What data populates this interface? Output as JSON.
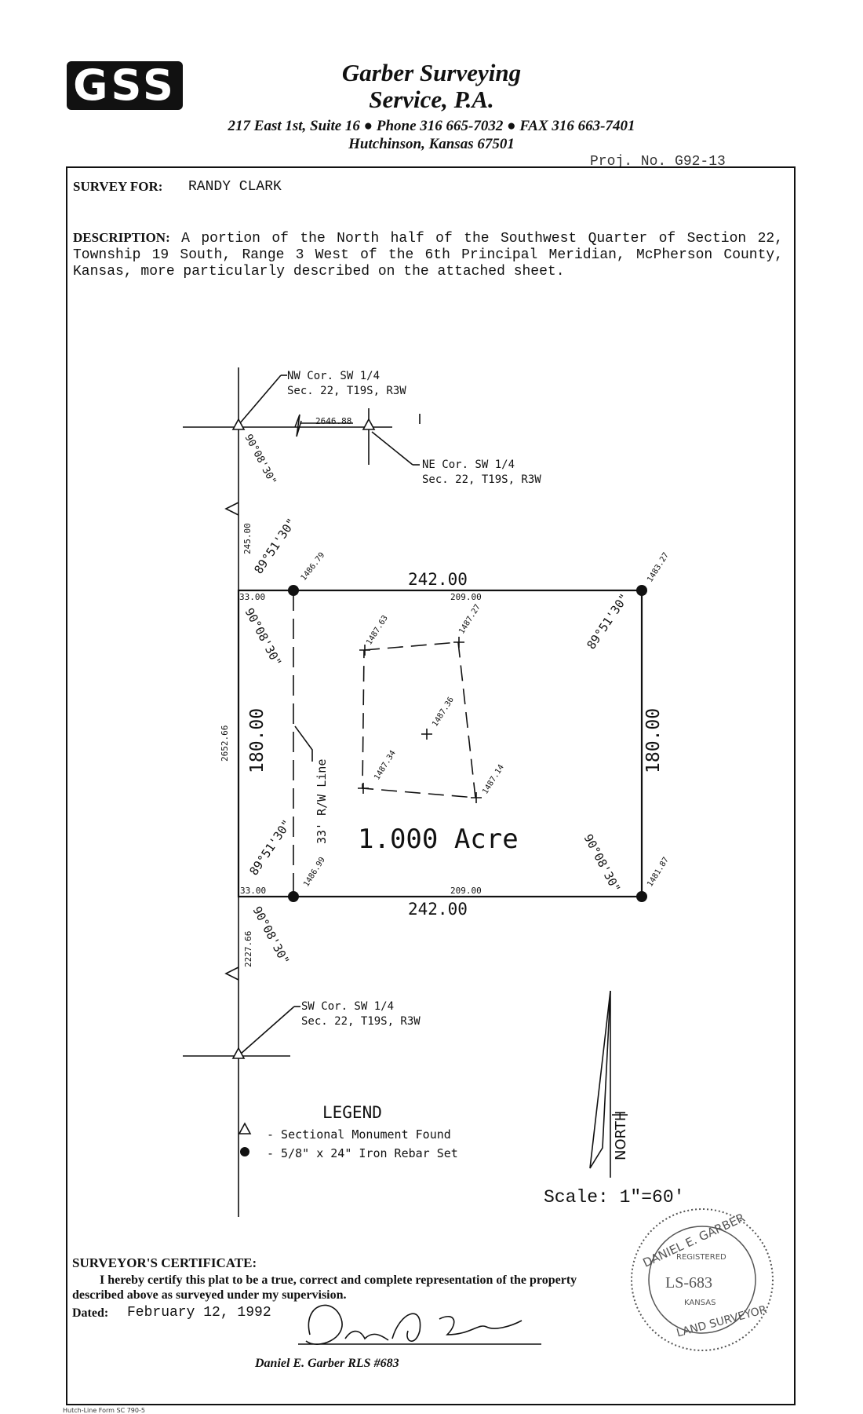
{
  "header": {
    "logo_text": "GSS",
    "company_line1": "Garber Surveying",
    "company_line2": "Service, P.A.",
    "address": "217 East 1st, Suite 16 ● Phone 316 665-7032 ● FAX 316 663-7401",
    "city": "Hutchinson, Kansas 67501",
    "project_no": "Proj. No. G92-13"
  },
  "survey_for": {
    "label": "SURVEY FOR:",
    "value": "RANDY CLARK"
  },
  "description": {
    "label": "DESCRIPTION:",
    "text": "A portion of the North half of the Southwest Quarter of Section 22, Township 19 South, Range 3 West of the 6th Principal Meridian, McPherson County, Kansas, more particularly described on the attached sheet."
  },
  "plat": {
    "nw_corner_l1": "NW Cor. SW 1/4",
    "nw_corner_l2": "Sec. 22, T19S, R3W",
    "ne_corner_l1": "NE Cor. SW 1/4",
    "ne_corner_l2": "Sec. 22, T19S, R3W",
    "sw_corner_l1": "SW Cor. SW 1/4",
    "sw_corner_l2": "Sec. 22, T19S, R3W",
    "top_distance": "2646.88",
    "bearing_nw": "90°08'30\"",
    "dist_245": "245.00",
    "bearing_top_left": "89°51'30\"",
    "elev_top_left": "1486.79",
    "top_length": "242.00",
    "top_seg_left": "33.00",
    "top_seg_right": "209.00",
    "elev_top_right": "1483.27",
    "bearing_inner_left_top": "90°08'30\"",
    "bearing_top_right": "89°51'30\"",
    "elev_tl": "1487.63",
    "elev_tr": "1487.27",
    "elev_center": "1487.36",
    "elev_bl": "1487.34",
    "elev_br": "1487.14",
    "dist_total_left": "2652.66",
    "left_length": "180.00",
    "right_length": "180.00",
    "rw_line": "33' R/W Line",
    "area": "1.000 Acre",
    "bearing_bottom_left": "89°51'30\"",
    "elev_bottom_left": "1486.99",
    "bearing_bottom_right": "90°08'30\"",
    "elev_bottom_right": "1481.87",
    "bottom_seg_left": "33.00",
    "bottom_seg_right": "209.00",
    "bottom_length": "242.00",
    "bearing_sw": "90°08'30\"",
    "dist_2227": "2227.66",
    "legend_title": "LEGEND",
    "legend_monument": "- Sectional Monument Found",
    "legend_rebar": "- 5/8\" x 24\" Iron Rebar Set",
    "north": "NORTH"
  },
  "scale": "Scale: 1\"=60'",
  "certificate": {
    "title": "SURVEYOR'S CERTIFICATE:",
    "text": "I hereby certify this plat to be a true, correct and complete representation of the property described above as surveyed under my supervision.",
    "dated_label": "Dated:",
    "dated_value": "February 12, 1992",
    "signer": "Daniel E. Garber   RLS #683"
  },
  "seal": {
    "name": "DANIEL E. GARBER",
    "registered": "REGISTERED",
    "number": "LS-683",
    "state": "KANSAS",
    "title": "LAND SURVEYOR"
  },
  "form_number": "Hutch-Line Form SC 790-5"
}
